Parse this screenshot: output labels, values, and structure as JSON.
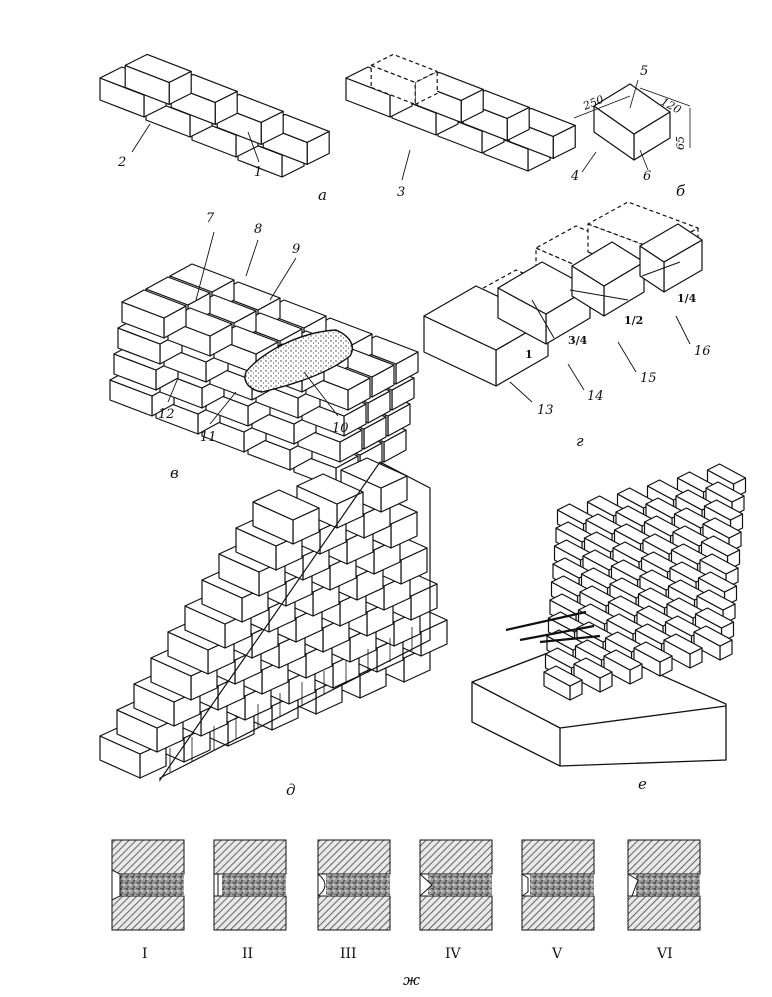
{
  "figure": {
    "panel_a": {
      "letter": "а",
      "callouts": [
        "2",
        "1",
        "3"
      ]
    },
    "panel_b": {
      "letter": "б",
      "callouts": [
        "5",
        "4",
        "6"
      ],
      "dims": [
        "250",
        "120",
        "65"
      ]
    },
    "panel_v": {
      "letter": "в",
      "callouts": [
        "7",
        "8",
        "9",
        "12",
        "11",
        "10"
      ]
    },
    "panel_g": {
      "letter": "г",
      "callouts": [
        "13",
        "14",
        "15",
        "16"
      ],
      "fractions": [
        "1",
        "3/4",
        "1/2",
        "1/4"
      ]
    },
    "panel_d": {
      "letter": "д"
    },
    "panel_e": {
      "letter": "е"
    },
    "panel_zh": {
      "letter": "ж",
      "joints": [
        "I",
        "II",
        "III",
        "IV",
        "V",
        "VI"
      ]
    }
  },
  "colors": {
    "ink": "#111111",
    "paper": "#ffffff",
    "hatch": "#555555",
    "mortar": "#333333"
  }
}
